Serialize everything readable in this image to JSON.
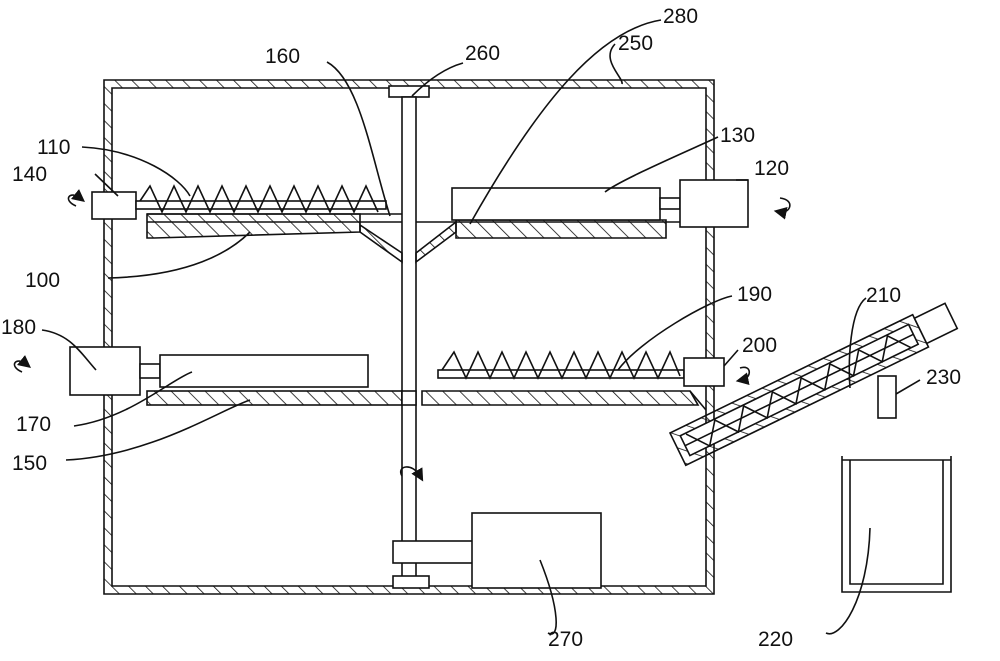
{
  "labels": {
    "l100": "100",
    "l110": "110",
    "l120": "120",
    "l130": "130",
    "l140": "140",
    "l150": "150",
    "l160": "160",
    "l170": "170",
    "l180": "180",
    "l190": "190",
    "l200": "200",
    "l210": "210",
    "l220": "220",
    "l230": "230",
    "l250": "250",
    "l260": "260",
    "l270": "270",
    "l280": "280"
  },
  "colors": {
    "line": "#111111",
    "background": "#ffffff"
  }
}
